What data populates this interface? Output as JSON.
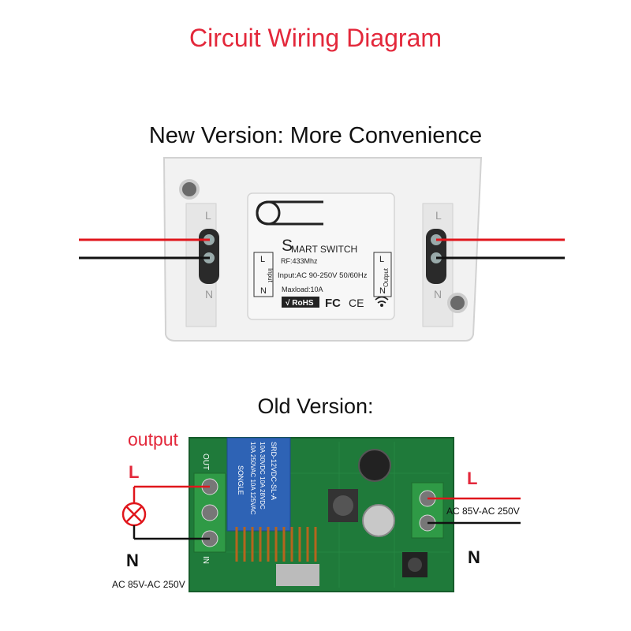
{
  "title": "Circuit Wiring Diagram",
  "new_version": {
    "heading": "New Version: More Convenience",
    "brand_first": "S",
    "brand_rest": "MART SWITCH",
    "rf": "RF:433Mhz",
    "input_spec": "Input:AC 90-250V 50/60Hz",
    "maxload": "Maxload:10A",
    "rohs": "RoHS",
    "fc": "FC",
    "ce": "CE",
    "input_tag": "Input",
    "output_tag": "Output",
    "left_l": "L",
    "left_n": "N",
    "right_l": "L",
    "right_n": "N",
    "colors": {
      "live": "#e0161c",
      "neutral": "#111111",
      "case": "#f0f0f0"
    }
  },
  "old_version": {
    "heading": "Old Version:",
    "output_label": "output",
    "left_l": "L",
    "left_n": "N",
    "left_ac": "AC 85V-AC 250V",
    "right_l": "L",
    "right_n": "N",
    "right_ac": "AC 85V-AC 250V",
    "relay_brand": "SONGLE",
    "relay_model": "SRD-12VDC-SL-A",
    "relay_line1": "10A 250VAC 10A 125VAC",
    "relay_line2": "10A 30VDC 10A 28VDC",
    "board_out": "OUT",
    "board_in": "IN",
    "colors": {
      "pcb": "#1f7a3a",
      "relay": "#2e63b5",
      "terminal": "#2f9a46",
      "live": "#e0161c"
    }
  }
}
